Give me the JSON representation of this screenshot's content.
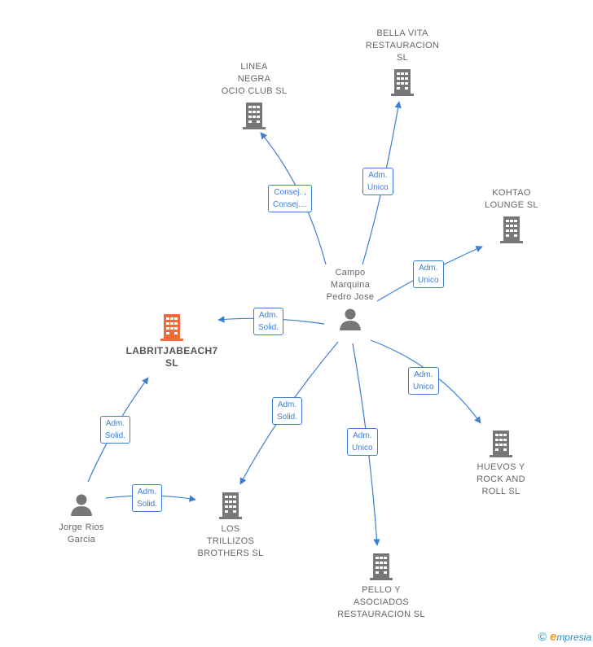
{
  "colors": {
    "edge": "#3b7fd4",
    "building": "#777777",
    "focus_building": "#f26a3c",
    "person": "#777777"
  },
  "nodes": {
    "campo": "Campo\nMarquina\nPedro Jose",
    "bella": "BELLA VITA\nRESTAURACION\nSL",
    "linea": "LINEA\nNEGRA\nOCIO CLUB  SL",
    "kohtao": "KOHTAO\nLOUNGE  SL",
    "labrit": "LABRITJABEACH7\nSL",
    "huevos": "HUEVOS Y\nROCK AND\nROLL  SL",
    "trillizos": "LOS\nTRILLIZOS\nBROTHERS  SL",
    "pello": "PELLO Y\nASOCIADOS\nRESTAURACION SL",
    "jorge": "Jorge Rios\nGarcia"
  },
  "edges": {
    "linea": "Consej. ,\nConsej....",
    "bella": "Adm.\nUnico",
    "kohtao": "Adm.\nUnico",
    "labrit": "Adm.\nSolid.",
    "huevos": "Adm.\nUnico",
    "trillizos": "Adm.\nSolid.",
    "pello": "Adm.\nUnico",
    "jorge_labrit": "Adm.\nSolid.",
    "jorge_trillizos": "Adm.\nSolid."
  },
  "footer": {
    "copyright": "©",
    "brand_initial": "e",
    "brand_rest": "mpresia"
  }
}
